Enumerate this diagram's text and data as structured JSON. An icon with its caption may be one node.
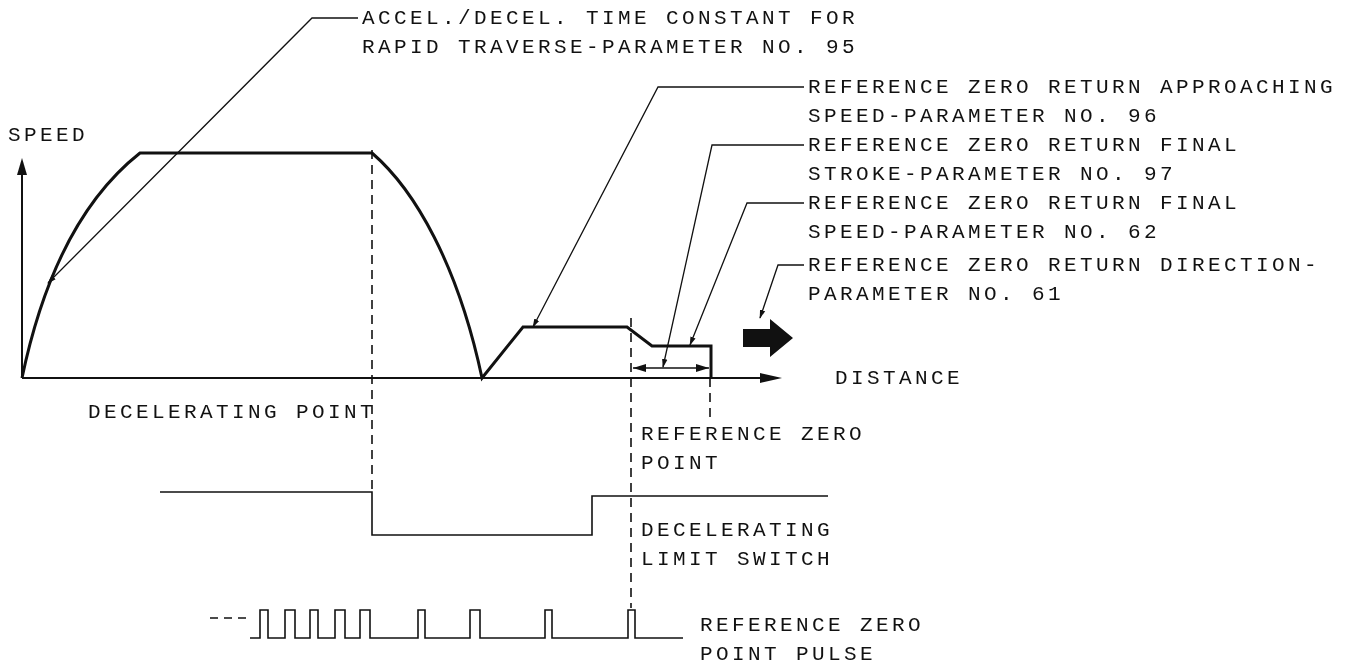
{
  "diagram": {
    "nodes": [
      {
        "text": [
          "ACCEL./DECEL. TIME CONSTANT FOR RAPID TRAVERSE-PARAMETER NO. 95"
        ]
      },
      {
        "text": [
          "REFERENCE ZERO RETURN APPROACHING SPEED-PARAMETER NO. 96"
        ]
      },
      {
        "text": [
          "REFERENCE ZERO RETURN FINAL STROKE-PARAMETER NO. 97"
        ]
      },
      {
        "text": [
          "REFERENCE ZERO RETURN FINAL SPEED-PARAMETER NO. 62"
        ]
      },
      {
        "text": [
          "REFERENCE ZERO RETURN DIRECTION-PARAMETER NO. 61"
        ]
      },
      {
        "text": [],
        "shape": "arrow"
      }
    ],
    "edges": [
      {
        "from": 0,
        "to": null,
        "arrow": "to"
      },
      {
        "from": 1,
        "to": null,
        "arrow": "to"
      },
      {
        "from": 2,
        "to": null,
        "arrow": "to"
      },
      {
        "from": 3,
        "to": null,
        "arrow": "to"
      },
      {
        "from": 4,
        "to": 5,
        "arrow": "to"
      }
    ],
    "labels": [
      "SPEED",
      "DISTANCE",
      "DECELERATING POINT",
      "REFERENCE ZERO POINT",
      "DECELERATING LIMIT SWITCH",
      "REFERENCE ZERO POINT PULSE"
    ]
  }
}
